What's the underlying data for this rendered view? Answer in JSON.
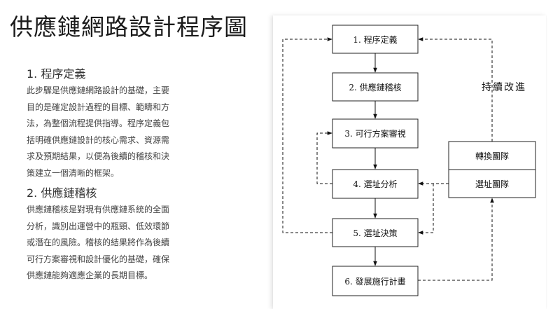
{
  "title": "供應鏈網路設計程序圖",
  "sections": [
    {
      "heading": "1. 程序定義",
      "lines": [
        "此步驟是供應鏈網路設計的基礎，主要",
        "目的是確定設計過程的目標、範疇和方",
        "法，為整個流程提供指導。程序定義包",
        "括明確供應鏈設計的核心需求、資源需",
        "求及預期結果，以便為後續的稽核和決",
        "策建立一個清晰的框架。"
      ]
    },
    {
      "heading": "2. 供應鏈稽核",
      "lines": [
        "供應鏈稽核是對現有供應鏈系統的全面",
        "分析，識別出運營中的瓶頸、低效環節",
        "或潛在的風險。稽核的結果將作為後續",
        "可行方案審視和設計優化的基礎，確保",
        "供應鏈能夠適應企業的長期目標。"
      ]
    }
  ],
  "diagram": {
    "steps": [
      "1. 程序定義",
      "2. 供應鏈稽核",
      "3. 可行方案審視",
      "4. 選址分析",
      "5. 選址決策",
      "6. 發展施行計畫"
    ],
    "teams": [
      "轉換團隊",
      "選址團隊"
    ],
    "loop_label": "持續改進"
  }
}
